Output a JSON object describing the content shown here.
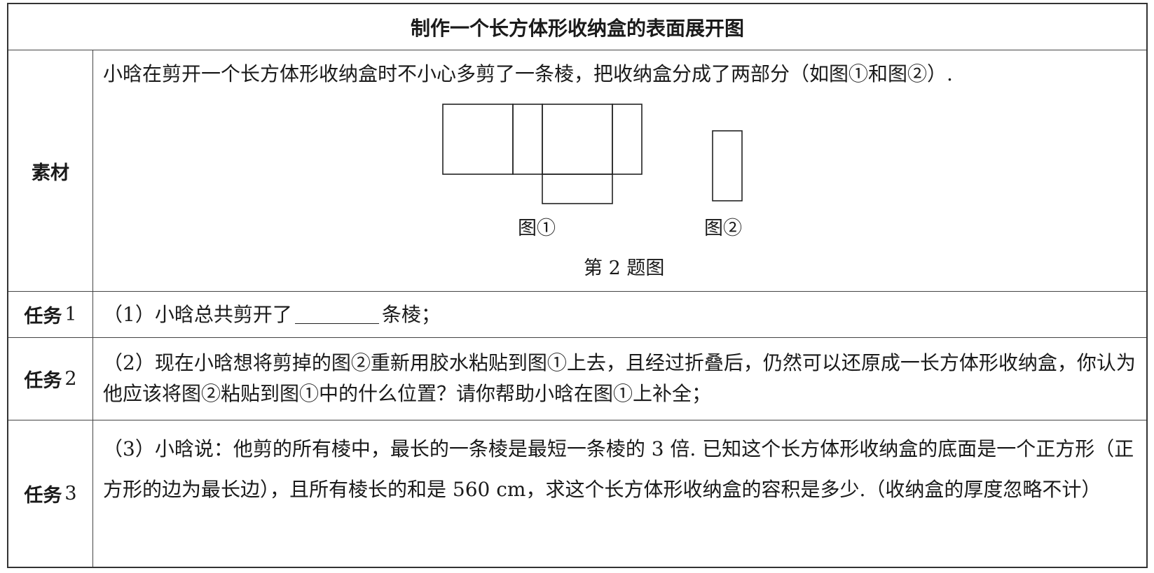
{
  "title": "制作一个长方体形收纳盒的表面展开图",
  "material": {
    "label": "素材",
    "text": "小晗在剪开一个长方体形收纳盒时不小心多剪了一条棱，把收纳盒分成了两部分（如图①和图②）.",
    "fig1_caption": "图①",
    "fig2_caption": "图②",
    "figure_caption": "第 2 题图"
  },
  "task1": {
    "label_text": "任务",
    "label_num": "1",
    "before": "（1）小晗总共剪开了",
    "after": "条棱；"
  },
  "task2": {
    "label_text": "任务",
    "label_num": "2",
    "text": "（2）现在小晗想将剪掉的图②重新用胶水粘贴到图①上去，且经过折叠后，仍然可以还原成一长方体形收纳盒，你认为他应该将图②粘贴到图①中的什么位置？请你帮助小晗在图①上补全；"
  },
  "task3": {
    "label_text": "任务",
    "label_num": "3",
    "text": "（3）小晗说：他剪的所有棱中，最长的一条棱是最短一条棱的 3 倍. 已知这个长方体形收纳盒的底面是一个正方形（正方形的边为最长边），且所有棱长的和是 560 cm，求这个长方体形收纳盒的容积是多少.（收纳盒的厚度忽略不计）"
  }
}
